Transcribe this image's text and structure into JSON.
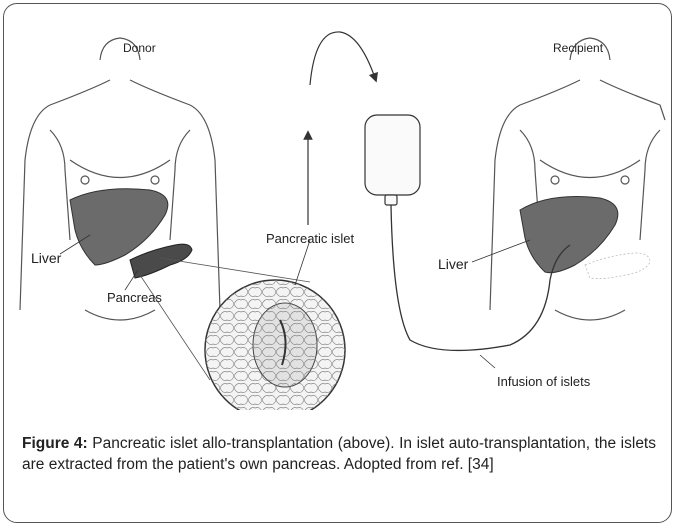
{
  "labels": {
    "donor": "Donor",
    "recipient": "Recipient",
    "liver_left": "Liver",
    "pancreas": "Pancreas",
    "pancreatic_islet": "Pancreatic islet",
    "liver_right": "Liver",
    "infusion": "Infusion of islets"
  },
  "caption": {
    "figure_label": "Figure 4:",
    "text": " Pancreatic islet allo-transplantation (above). In islet auto-transplantation, the islets are extracted from the patient's own pancreas. Adopted from ref. [34]"
  },
  "colors": {
    "frame": "#555555",
    "liver": "#6b6b6b",
    "pancreas": "#4a4a4a",
    "line": "#333333"
  }
}
